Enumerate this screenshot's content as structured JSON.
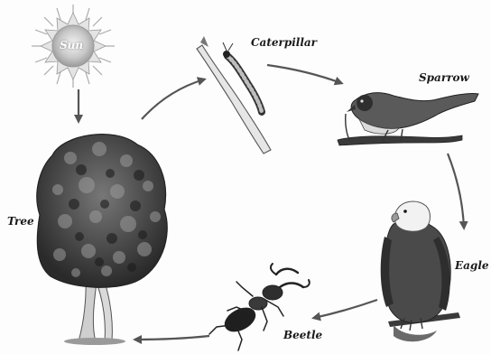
{
  "diagram": {
    "nodes": {
      "sun": {
        "label": "Sun",
        "icon": "sun-icon"
      },
      "tree": {
        "label": "Tree",
        "icon": "tree-icon"
      },
      "caterpillar": {
        "label": "Caterpillar",
        "icon": "caterpillar-icon"
      },
      "sparrow": {
        "label": "Sparrow",
        "icon": "sparrow-icon"
      },
      "eagle": {
        "label": "Eagle",
        "icon": "eagle-icon"
      },
      "beetle": {
        "label": "Beetle",
        "icon": "beetle-icon"
      }
    },
    "flow": [
      "Sun",
      "Tree",
      "Caterpillar",
      "Sparrow",
      "Eagle",
      "Beetle",
      "Tree"
    ],
    "colors": {
      "ink": "#333333",
      "arrow": "#555555",
      "sun_core": "#c8c8c8",
      "foliage_dark": "#3a3a3a",
      "foliage_light": "#8a8a8a"
    }
  }
}
